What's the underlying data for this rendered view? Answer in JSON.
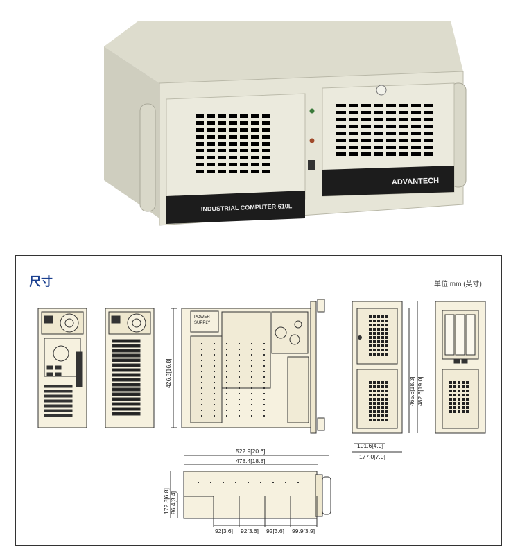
{
  "photo": {
    "front_label": "INDUSTRIAL COMPUTER",
    "front_label_suffix": "610L",
    "brand": "ADVANTECH"
  },
  "drawing": {
    "title": "尺寸",
    "unit_label": "单位:mm (英寸)",
    "top_view": {
      "power_supply": "POWER\nSUPPLY",
      "depth": "426.3[16.8]"
    },
    "side_view": {
      "height_a": "465.6[18.3]",
      "height_b": "482.6[19.0]",
      "w_inner": "101.6[4.0]",
      "w_outer": "177.0[7.0]"
    },
    "bottom_view": {
      "len_outer": "522.9[20.6]",
      "len_inner": "478.4[18.8]",
      "h_outer": "172.8[6.8]",
      "h_inner": "86.4[3.4]",
      "spacing": [
        "92[3.6]",
        "92[3.6]",
        "92[3.6]",
        "99.9[3.9]"
      ]
    }
  },
  "colors": {
    "chassis": "#e3e2d4",
    "chassis_shadow": "#c9c8b8",
    "panel_dark": "#1c1c1c",
    "title_blue": "#1a3f8f",
    "line": "#333333"
  }
}
